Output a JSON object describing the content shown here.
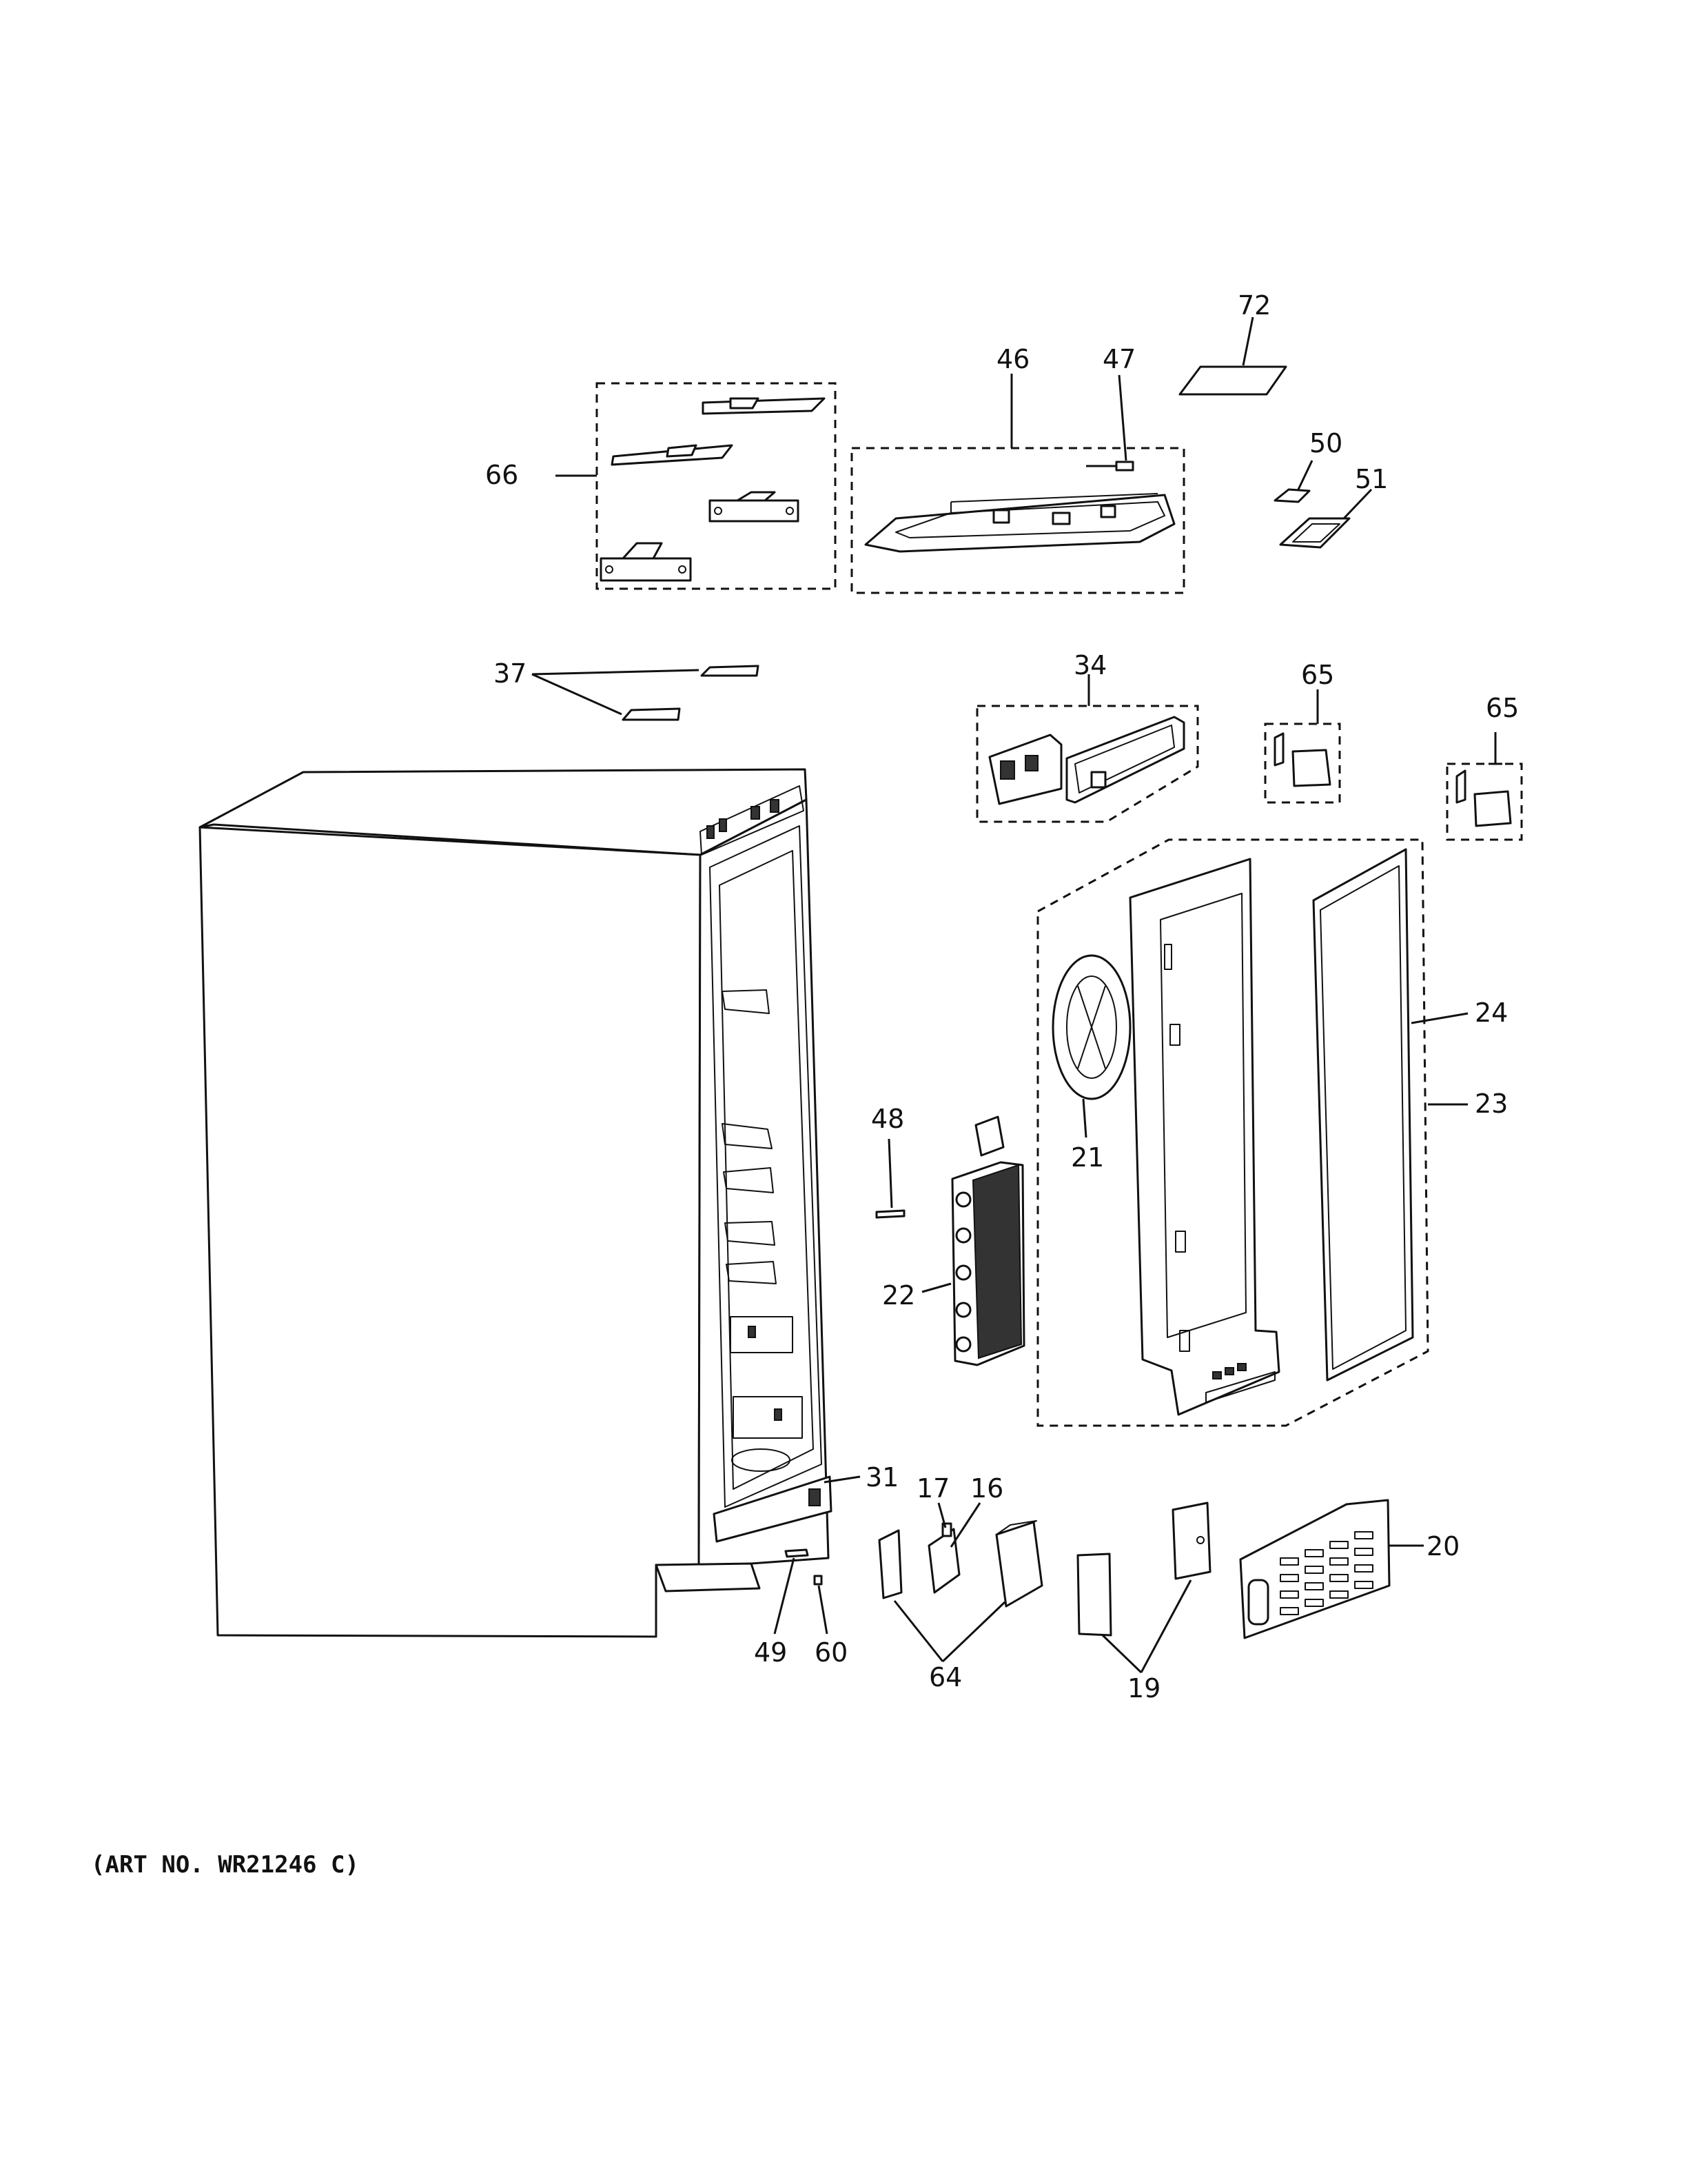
{
  "labels": {
    "l72": "72",
    "l46": "46",
    "l47": "47",
    "l66": "66",
    "l50": "50",
    "l51": "51",
    "l37": "37",
    "l34": "34",
    "l65a": "65",
    "l65b": "65",
    "l24": "24",
    "l23": "23",
    "l48": "48",
    "l21": "21",
    "l22": "22",
    "l31": "31",
    "l17": "17",
    "l16": "16",
    "l20": "20",
    "l49": "49",
    "l60": "60",
    "l64": "64",
    "l19": "19"
  },
  "art_no": "(ART NO. WR21246 C)"
}
